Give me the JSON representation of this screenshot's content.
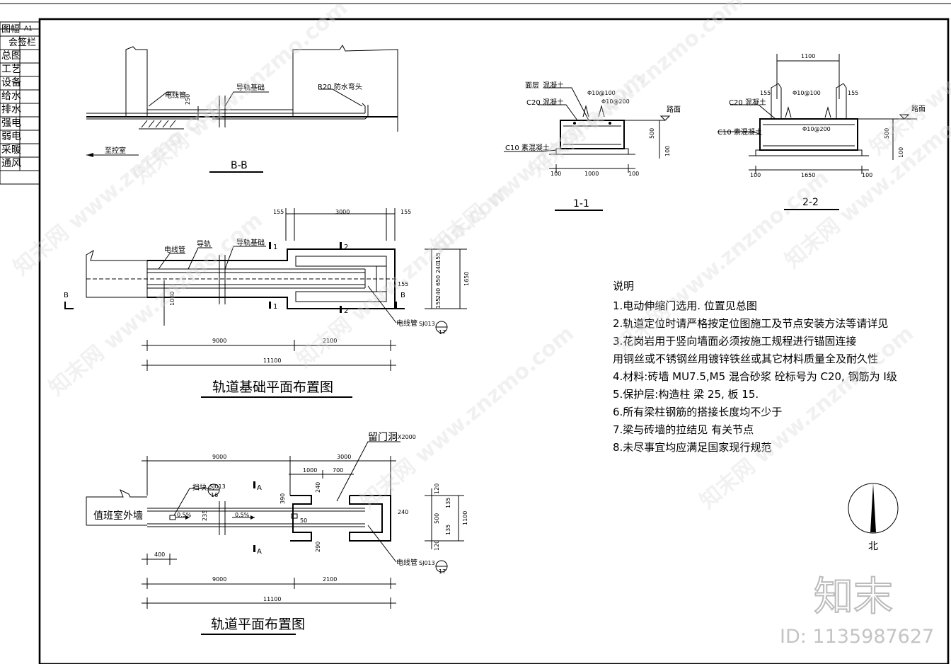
{
  "sidebar": {
    "sheet_size_label": "图幅",
    "sheet_size_value": "A1",
    "signoff_label": "会签栏",
    "disciplines": [
      "总图",
      "工艺",
      "设备",
      "给水",
      "排水",
      "强电",
      "弱电",
      "采暖",
      "通风"
    ]
  },
  "section_bb": {
    "title": "B-B",
    "conduit_label": "电线管",
    "foundation_label": "导轨基础",
    "elbow_label": "R20 防水弯头",
    "to_room_label": "至控室",
    "dims": [
      "250"
    ]
  },
  "section_11": {
    "title": "1-1",
    "surface_label": "面层",
    "surface_concrete": "混凝土",
    "c20_label": "C20 混凝土",
    "c10_label": "C10 素混凝土",
    "road_label": "路面",
    "rebar_1": "Φ10@100",
    "rebar_2": "Φ10@200",
    "dims": [
      "500",
      "100",
      "1000",
      "100",
      "100"
    ]
  },
  "section_22": {
    "title": "2-2",
    "c20_label": "C20 混凝土",
    "c10_label": "C10 素混凝土",
    "road_label": "路面",
    "rebar_1": "Φ10@100",
    "rebar_2": "Φ10@200",
    "dims": [
      "1100",
      "155",
      "155",
      "500",
      "100",
      "1650",
      "100",
      "100"
    ]
  },
  "foundation_plan": {
    "title": "轨道基础平面布置图",
    "conduit_label": "电线管",
    "rail_label": "导轨",
    "foundation_label": "导轨基础",
    "conduit_ref": "电线管",
    "ref_code": "SJ013",
    "ref_num": "17",
    "cut_1": "1",
    "cut_2": "2",
    "cut_b": "B",
    "dims_top": [
      "155",
      "3000",
      "155"
    ],
    "dims_right": [
      "155",
      "240",
      "650",
      "240",
      "155",
      "1650",
      "155"
    ],
    "dims_left": [
      "1080"
    ],
    "dims_bottom": [
      "9000",
      "2100",
      "11100"
    ]
  },
  "track_plan": {
    "title": "轨道平面布置图",
    "wall_label": "值班室外墙",
    "stopper_label": "挡块",
    "stopper_ref": "SJ013",
    "stopper_num": "16",
    "door_opening_label": "留门洞",
    "door_opening_size": "X2000",
    "conduit_ref": "电线管",
    "ref_code": "SJ013",
    "ref_num": "17",
    "cut_a": "A",
    "slope_1": "0.5%",
    "slope_2": "0.5%",
    "dims_top": [
      "9000",
      "3000",
      "1000",
      "700"
    ],
    "dims_right": [
      "120",
      "135",
      "500",
      "135",
      "120",
      "1100",
      "240"
    ],
    "dims_inner": [
      "390",
      "235",
      "240",
      "290",
      "50"
    ],
    "dims_bottom": [
      "400",
      "9000",
      "2100",
      "11100"
    ]
  },
  "notes": {
    "heading": "说明",
    "lines": [
      "1.电动伸缩门选用. 位置见总图",
      "2.轨道定位时请严格按定位图施工及节点安装方法等请详见",
      "3.花岗岩用于竖向墙面必须按施工规程进行锚固连接",
      "  用铜丝或不锈钢丝用镀锌铁丝或其它材料质量全及耐久性",
      "4.材料:砖墙 MU7.5,M5 混合砂浆 砼标号为 C20, 钢筋为 I级",
      "5.保护层:构造柱 梁 25, 板 15.",
      "6.所有梁柱钢筋的搭接长度均不少于",
      "7.梁与砖墙的拉结见 有关节点",
      "8.未尽事宜均应满足国家现行规范"
    ]
  },
  "north_label": "北",
  "brand": {
    "logo_text": "知末",
    "id_text": "ID: 1135987627",
    "watermark": "知末网 www.znzmo.com"
  }
}
